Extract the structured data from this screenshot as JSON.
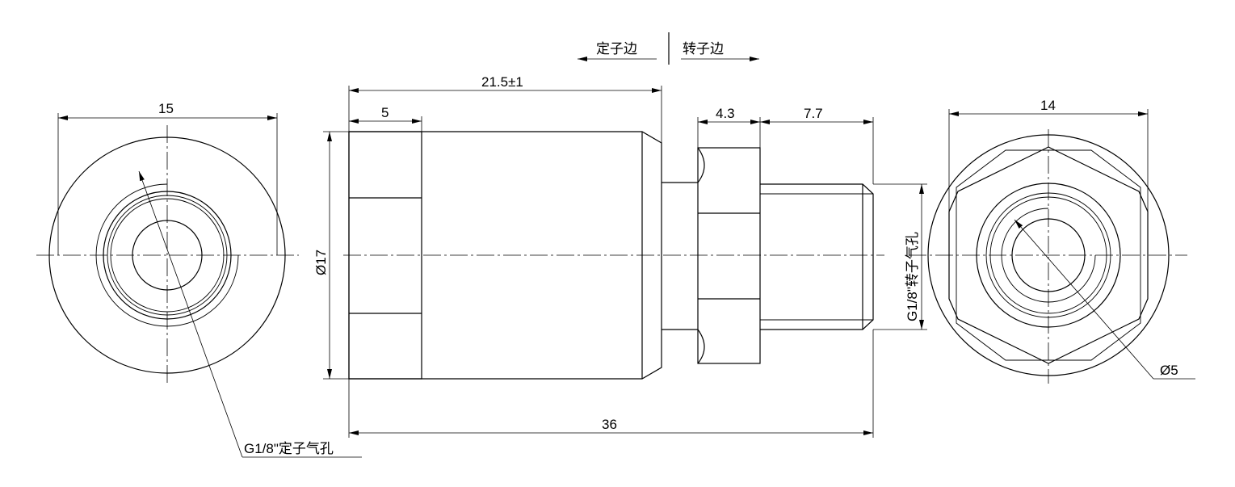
{
  "side_labels": {
    "stator": "定子边",
    "rotor": "转子边"
  },
  "dimensions": {
    "left_width": "15",
    "body_length": "21.5±1",
    "hex_length": "5",
    "diameter_17": "Ø17",
    "nut_width": "4.3",
    "thread_length": "7.7",
    "total_length": "36",
    "right_width": "14",
    "bore": "Ø5"
  },
  "callouts": {
    "stator_port": "G1/8\"定子气孔",
    "rotor_port": "G1/8\"转子气孔"
  }
}
